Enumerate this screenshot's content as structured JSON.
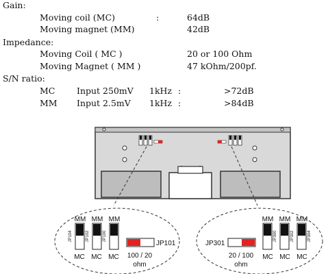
{
  "specs": {
    "gain": {
      "heading": "Gain:",
      "rows": [
        {
          "label": "Moving coil (MC)",
          "sep": ":",
          "value": "64dB"
        },
        {
          "label": "Moving magnet (MM)",
          "value": "42dB"
        }
      ]
    },
    "impedance": {
      "heading": "Impedance:",
      "rows": [
        {
          "label": "Moving Coil ( MC )",
          "value": "20 or 100 Ohm"
        },
        {
          "label": "Moving Magnet ( MM )",
          "value": "47 kOhm/200pf."
        }
      ]
    },
    "sn": {
      "heading": "S/N ratio:",
      "rows": [
        {
          "type": "MC",
          "input": "Input 250mV",
          "freq": "1kHz",
          "sep": ":",
          "value": ">72dB"
        },
        {
          "type": "MM",
          "input": "Input 2.5mV",
          "freq": "1kHz",
          "sep": ":",
          "value": ">84dB"
        }
      ]
    }
  },
  "diagram": {
    "colors": {
      "board": "#d9d9d9",
      "panel": "#bdbdbd",
      "outline": "#333333",
      "jumper_red": "#e32222",
      "block": "#111111"
    },
    "left_callout": {
      "switches": [
        {
          "id": "JP104",
          "top": "MM",
          "bottom": "MC"
        },
        {
          "id": "JP102",
          "top": "MM",
          "bottom": "MC"
        },
        {
          "id": "JP100",
          "top": "MM",
          "bottom": "MC"
        }
      ],
      "impedance_jumper": {
        "id": "JP101",
        "caption_line1": "100 / 20",
        "caption_line2": "ohm"
      }
    },
    "right_callout": {
      "switches": [
        {
          "id": "JP300",
          "top": "MM",
          "bottom": "MC"
        },
        {
          "id": "JP302",
          "top": "MM",
          "bottom": "MC"
        },
        {
          "id": "JP304",
          "top": "MM",
          "bottom": "MC"
        }
      ],
      "impedance_jumper": {
        "id": "JP301",
        "caption_line1": "20 / 100",
        "caption_line2": "ohm"
      }
    }
  }
}
